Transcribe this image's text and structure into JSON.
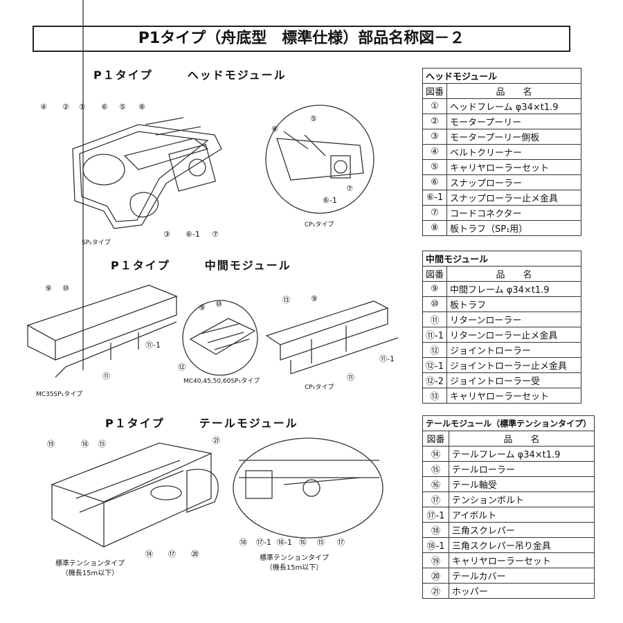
{
  "title": "P1タイプ（舟底型　標準仕様）部品名称図－２",
  "sections": [
    {
      "title_a": "P１タイプ",
      "title_b": "ヘッドモジュール"
    },
    {
      "title_a": "P１タイプ",
      "title_b": "中間モジュール"
    },
    {
      "title_a": "P１タイプ",
      "title_b": "テールモジュール"
    }
  ],
  "captions": {
    "sp1": "SP₁タイプ",
    "cp1_head": "CP₁タイプ",
    "mc35": "MC35SP₁タイプ",
    "mc40": "MC40,45,50,60SP₁タイプ",
    "cp1_mid": "CP₁タイプ",
    "tail_left_1": "標準テンションタイプ",
    "tail_left_2": "（機長15m以下）",
    "tail_right_1": "標準テンションタイプ",
    "tail_right_2": "（機長15m以下）"
  },
  "callouts": {
    "head_left": [
      "④",
      "②",
      "①",
      "⑥",
      "⑤",
      "⑧",
      "③",
      "⑥-1",
      "⑦"
    ],
    "head_right": [
      "⑥",
      "⑤",
      "⑥-1",
      "⑦"
    ],
    "mid_left": [
      "⑨",
      "⑩",
      "⑪-1",
      "⑪"
    ],
    "mid_center": [
      "⑨",
      "⑩",
      "⑫"
    ],
    "mid_right": [
      "⑬",
      "⑨",
      "⑪-1",
      "⑪"
    ],
    "tail_left": [
      "⑲",
      "⑱",
      "⑮",
      "㉑",
      "⑭",
      "⑰",
      "⑳"
    ],
    "tail_right": [
      "⑱",
      "⑰-1",
      "⑱-1",
      "⑯",
      "⑮",
      "⑰"
    ]
  },
  "tables": {
    "head": {
      "title": "ヘッドモジュール",
      "col_num": "図番",
      "col_name": "品　　名",
      "rows": [
        {
          "num": "①",
          "name": "ヘッドフレーム φ34×t1.9"
        },
        {
          "num": "②",
          "name": "モータープーリー"
        },
        {
          "num": "③",
          "name": "モータープーリー側板"
        },
        {
          "num": "④",
          "name": "ベルトクリーナー"
        },
        {
          "num": "⑤",
          "name": "キャリヤローラーセット"
        },
        {
          "num": "⑥",
          "name": "スナップローラー"
        },
        {
          "num": "⑥-1",
          "name": "スナップローラー止メ金具"
        },
        {
          "num": "⑦",
          "name": "コードコネクター"
        },
        {
          "num": "⑧",
          "name": "板トラフ（SP₁用）"
        }
      ]
    },
    "mid": {
      "title": "中間モジュール",
      "col_num": "図番",
      "col_name": "品　　名",
      "rows": [
        {
          "num": "⑨",
          "name": "中間フレーム φ34×t1.9"
        },
        {
          "num": "⑩",
          "name": "板トラフ"
        },
        {
          "num": "⑪",
          "name": "リターンローラー"
        },
        {
          "num": "⑪-1",
          "name": "リターンローラー止メ金具"
        },
        {
          "num": "⑫",
          "name": "ジョイントローラー"
        },
        {
          "num": "⑫-1",
          "name": "ジョイントローラー止メ金具"
        },
        {
          "num": "⑫-2",
          "name": "ジョイントローラー受"
        },
        {
          "num": "⑬",
          "name": "キャリヤローラーセット"
        }
      ]
    },
    "tail": {
      "title": "テールモジュール（標準テンションタイプ）",
      "col_num": "図番",
      "col_name": "品　　名",
      "rows": [
        {
          "num": "⑭",
          "name": "テールフレーム φ34×t1.9"
        },
        {
          "num": "⑮",
          "name": "テールローラー"
        },
        {
          "num": "⑯",
          "name": "テール軸受"
        },
        {
          "num": "⑰",
          "name": "テンションボルト"
        },
        {
          "num": "⑰-1",
          "name": "アイボルト"
        },
        {
          "num": "⑱",
          "name": "三角スクレパー"
        },
        {
          "num": "⑱-1",
          "name": "三角スクレパー吊り金具"
        },
        {
          "num": "⑲",
          "name": "キャリヤローラーセット"
        },
        {
          "num": "⑳",
          "name": "テールカバー"
        },
        {
          "num": "㉑",
          "name": "ホッパー"
        }
      ]
    }
  }
}
